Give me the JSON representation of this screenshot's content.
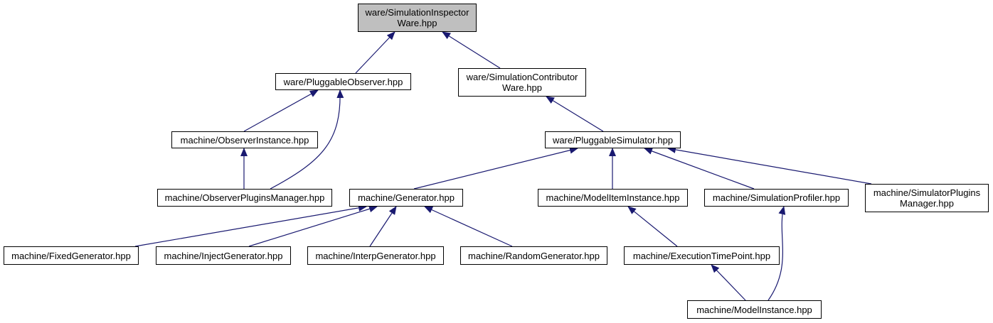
{
  "colors": {
    "edge": "#191970",
    "root_fill": "#bfbfbf",
    "node_fill": "#ffffff",
    "border": "#000000"
  },
  "nodes": {
    "root": [
      "ware/SimulationInspector",
      "Ware.hpp"
    ],
    "pluggable_observer": [
      "ware/PluggableObserver.hpp"
    ],
    "simulation_contributor": [
      "ware/SimulationContributor",
      "Ware.hpp"
    ],
    "observer_instance": [
      "machine/ObserverInstance.hpp"
    ],
    "pluggable_simulator": [
      "ware/PluggableSimulator.hpp"
    ],
    "observer_plugins_manager": [
      "machine/ObserverPluginsManager.hpp"
    ],
    "generator": [
      "machine/Generator.hpp"
    ],
    "model_item_instance": [
      "machine/ModelItemInstance.hpp"
    ],
    "simulation_profiler": [
      "machine/SimulationProfiler.hpp"
    ],
    "simulator_plugins_manager": [
      "machine/SimulatorPlugins",
      "Manager.hpp"
    ],
    "fixed_generator": [
      "machine/FixedGenerator.hpp"
    ],
    "inject_generator": [
      "machine/InjectGenerator.hpp"
    ],
    "interp_generator": [
      "machine/InterpGenerator.hpp"
    ],
    "random_generator": [
      "machine/RandomGenerator.hpp"
    ],
    "execution_time_point": [
      "machine/ExecutionTimePoint.hpp"
    ],
    "model_instance": [
      "machine/ModelInstance.hpp"
    ]
  },
  "edges": [
    [
      "pluggable_observer",
      "root"
    ],
    [
      "simulation_contributor",
      "root"
    ],
    [
      "observer_instance",
      "pluggable_observer"
    ],
    [
      "observer_plugins_manager",
      "pluggable_observer"
    ],
    [
      "observer_plugins_manager",
      "observer_instance"
    ],
    [
      "pluggable_simulator",
      "simulation_contributor"
    ],
    [
      "generator",
      "pluggable_simulator"
    ],
    [
      "model_item_instance",
      "pluggable_simulator"
    ],
    [
      "simulation_profiler",
      "pluggable_simulator"
    ],
    [
      "simulator_plugins_manager",
      "pluggable_simulator"
    ],
    [
      "fixed_generator",
      "generator"
    ],
    [
      "inject_generator",
      "generator"
    ],
    [
      "interp_generator",
      "generator"
    ],
    [
      "random_generator",
      "generator"
    ],
    [
      "execution_time_point",
      "model_item_instance"
    ],
    [
      "model_instance",
      "execution_time_point"
    ],
    [
      "model_instance",
      "simulation_profiler"
    ]
  ]
}
